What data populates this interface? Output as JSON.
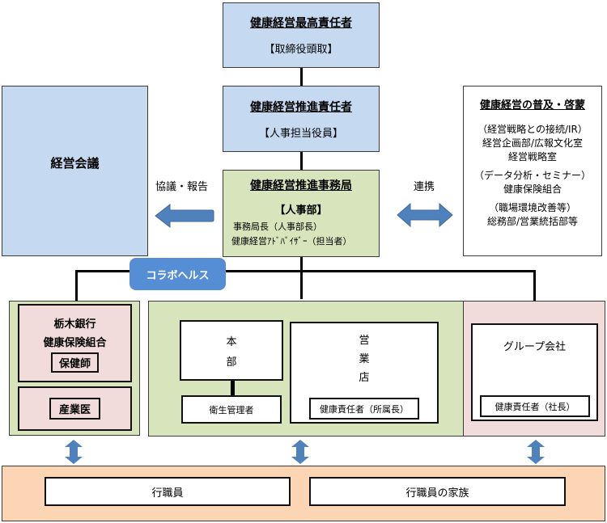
{
  "top_officer": {
    "title": "健康経営最高責任者",
    "role": "【取締役頭取】"
  },
  "promotion_officer": {
    "title": "健康経営推進責任者",
    "role": "【人事担当役員】"
  },
  "secretariat": {
    "title": "健康経営推進事務局",
    "dept": "【人事部】",
    "line1": "事務局長（人事部長）",
    "line2": "健康経営ｱﾄﾞﾊﾞｲｻﾞｰ（担当者）"
  },
  "management_meeting": {
    "title": "経営会議"
  },
  "arrow_left_label": "協議・報告",
  "arrow_right_label": "連携",
  "dissemination": {
    "title": "健康経営の普及・啓蒙",
    "groups": [
      {
        "heading": "（経営戦略との接続/IR）",
        "lines": [
          "経営企画部/広報文化室",
          "経営戦略室"
        ]
      },
      {
        "heading": "（データ分析・セミナー）",
        "lines": [
          "健康保険組合"
        ]
      },
      {
        "heading": "（職場環境改善等）",
        "lines": [
          "総務部/営業統括部等"
        ]
      }
    ]
  },
  "collab_badge": "コラボヘルス",
  "insurance": {
    "line1": "栃木銀行",
    "line2": "健康保険組合",
    "nurse": "保健師",
    "doctor": "産業医"
  },
  "headquarters": {
    "title_chars": [
      "本",
      "部"
    ],
    "sub": "衛生管理者"
  },
  "branches": {
    "title_chars": [
      "営",
      "業",
      "店"
    ],
    "sub": "健康責任者（所属長）"
  },
  "group_companies": {
    "title": "グループ会社",
    "sub": "健康責任者（社長）"
  },
  "employees": {
    "staff": "行職員",
    "family": "行職員の家族"
  },
  "colors": {
    "blue_box": "#c5d9f0",
    "green_box": "#d8e4bc",
    "pink_box": "#f2dcdb",
    "peach_box": "#fcd5b4",
    "arrow": "#4f81bd",
    "badge": "#558ed5"
  }
}
